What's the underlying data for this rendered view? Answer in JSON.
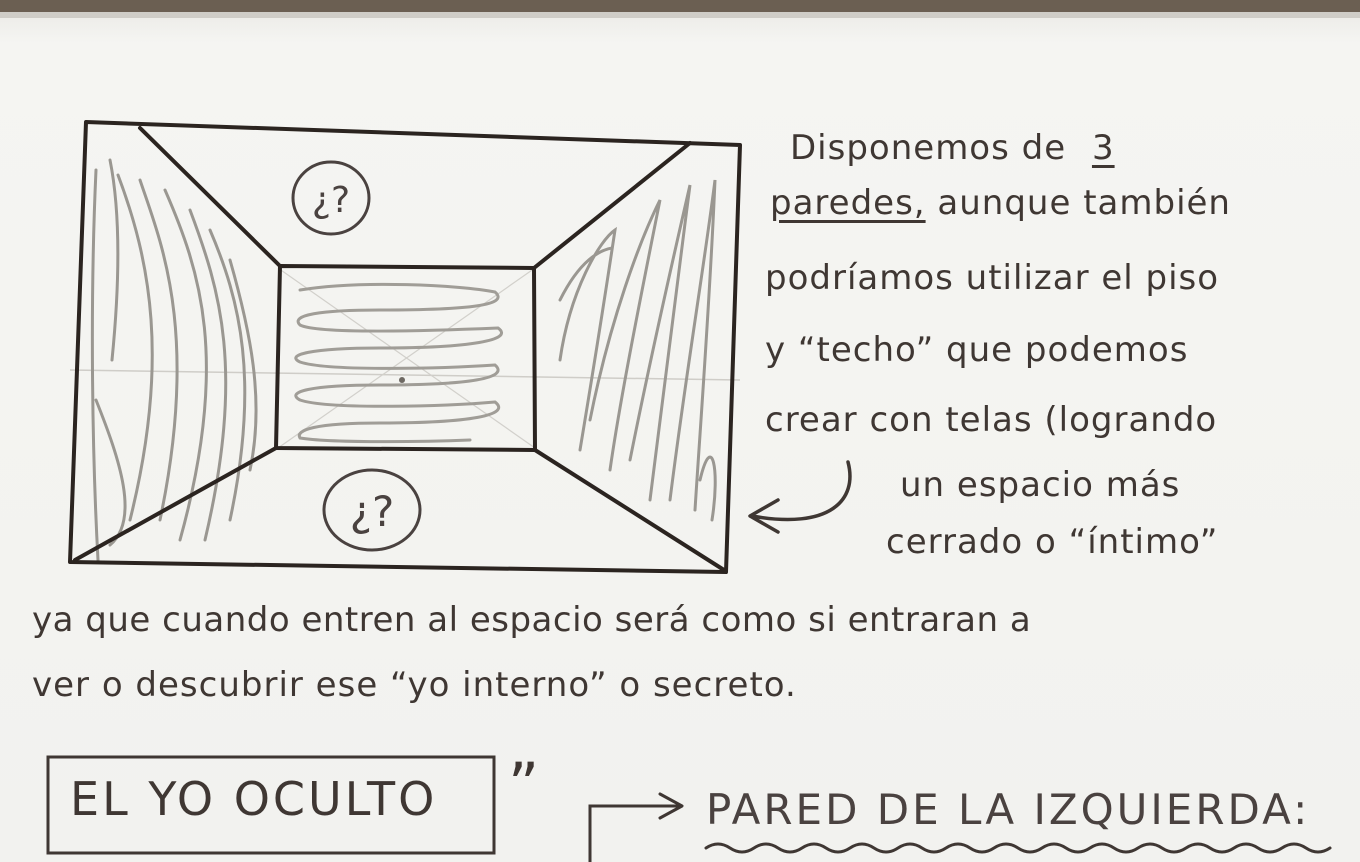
{
  "sketch": {
    "top_label": "¿?",
    "bottom_label": "¿?"
  },
  "paragraph": {
    "line1_pre": "Disponemos de",
    "line1_number": "3",
    "line2_underlined": "paredes,",
    "line2_rest": "aunque también",
    "line3": "podríamos utilizar el piso",
    "line4": "y “techo” que podemos",
    "line5": "crear con telas (logrando",
    "line6": "un espacio más",
    "line7": "cerrado o “íntimo”",
    "line8": "ya que cuando entren al espacio será como si entraran a",
    "line9": "ver o descubrir ese “yo interno” o secreto."
  },
  "quote": {
    "title": "EL YO OCULTO",
    "mark": "”"
  },
  "section": {
    "heading": "PARED DE LA IZQUIERDA:"
  },
  "colors": {
    "paper": "#f4f4f1",
    "ink": "#3f3733",
    "pencil": "#9a9791"
  }
}
